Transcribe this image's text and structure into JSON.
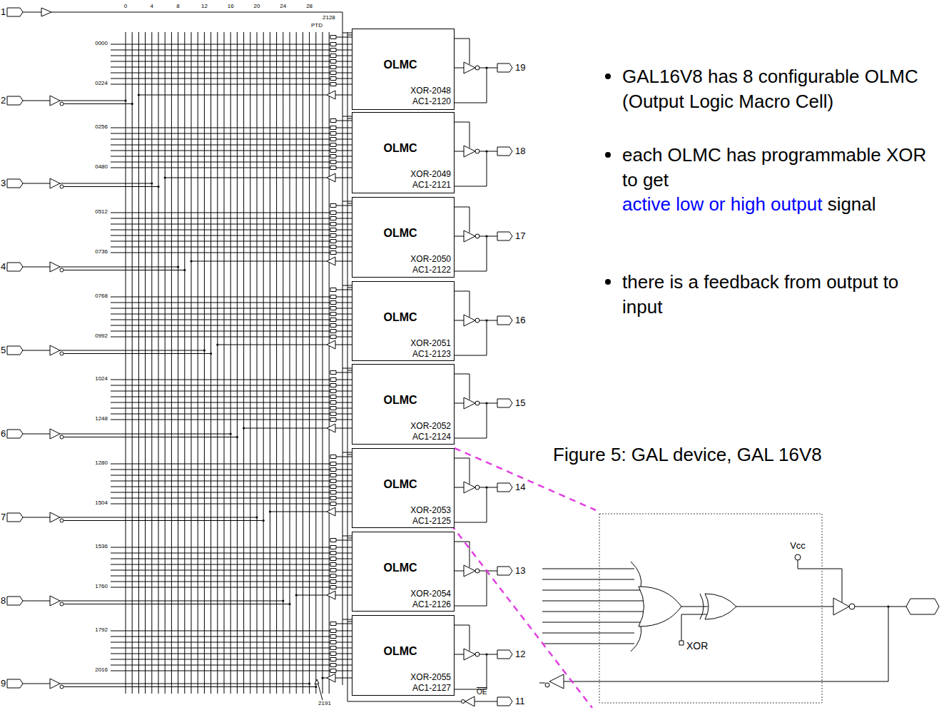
{
  "diagram": {
    "caption": "Figure 5: GAL device, GAL 16V8",
    "nodes": [
      {
        "text": [
          "OLMC",
          "XOR-2048",
          "AC1-2120"
        ]
      },
      {
        "text": [
          "OLMC",
          "XOR-2049",
          "AC1-2121"
        ]
      },
      {
        "text": [
          "OLMC",
          "XOR-2050",
          "AC1-2122"
        ]
      },
      {
        "text": [
          "OLMC",
          "XOR-2051",
          "AC1-2123"
        ]
      },
      {
        "text": [
          "OLMC",
          "XOR-2052",
          "AC1-2124"
        ]
      },
      {
        "text": [
          "OLMC",
          "XOR-2053",
          "AC1-2125"
        ]
      },
      {
        "text": [
          "OLMC",
          "XOR-2054",
          "AC1-2126"
        ]
      },
      {
        "text": [
          "OLMC",
          "XOR-2055",
          "AC1-2127"
        ]
      }
    ],
    "labels": [
      "1",
      "2",
      "3",
      "4",
      "5",
      "6",
      "7",
      "8",
      "9",
      "0",
      "4",
      "8",
      "12",
      "16",
      "20",
      "24",
      "28",
      "PTD",
      "2128",
      "0000",
      "0224",
      "0256",
      "0480",
      "0512",
      "0736",
      "0768",
      "0992",
      "1024",
      "1248",
      "1280",
      "1504",
      "1536",
      "1760",
      "1792",
      "2016",
      "19",
      "18",
      "17",
      "16",
      "15",
      "14",
      "13",
      "12",
      "11",
      "OE",
      "2191",
      "GAL16V8 has 8 configurable OLMC (Output Logic Macro Cell)",
      "each OLMC has programmable XOR to get",
      "active low or high output",
      "signal",
      "there is a feedback from output to input",
      "Vcc",
      "XOR"
    ]
  }
}
